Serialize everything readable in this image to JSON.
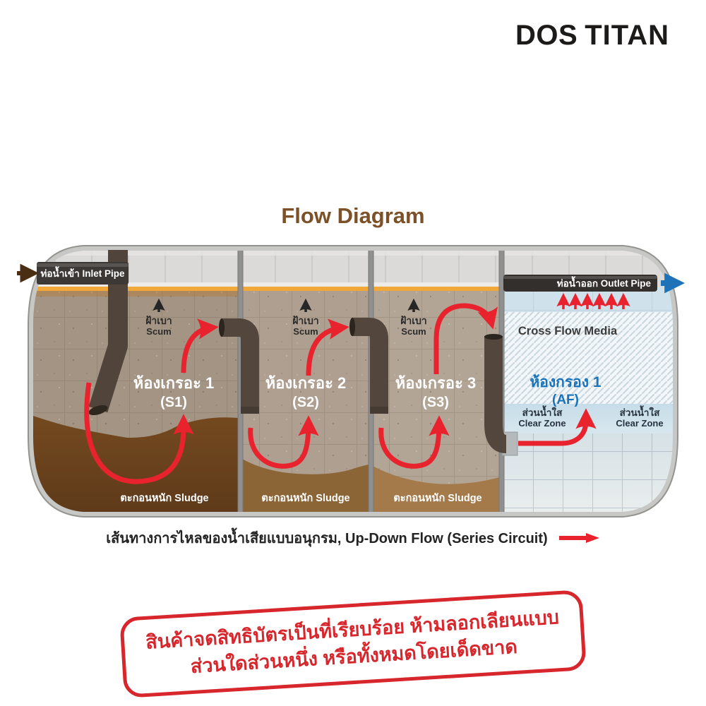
{
  "header": {
    "brand_dos": "DOS",
    "brand_titan": "TITAN"
  },
  "title": "Flow Diagram",
  "tank": {
    "inlet_label": "ท่อน้ำเข้า Inlet Pipe",
    "outlet_label": "ท่อน้ำออก Outlet Pipe",
    "chambers": [
      {
        "name_th": "ห้องเกรอะ 1",
        "code": "(S1)",
        "scum_th": "ฝ้าเบา",
        "scum_en": "Scum",
        "sludge_label": "ตะกอนหนัก Sludge"
      },
      {
        "name_th": "ห้องเกรอะ 2",
        "code": "(S2)",
        "scum_th": "ฝ้าเบา",
        "scum_en": "Scum",
        "sludge_label": "ตะกอนหนัก Sludge"
      },
      {
        "name_th": "ห้องเกรอะ 3",
        "code": "(S3)",
        "scum_th": "ฝ้าเบา",
        "scum_en": "Scum",
        "sludge_label": "ตะกอนหนัก Sludge"
      }
    ],
    "filter": {
      "media_label": "Cross Flow Media",
      "name_th": "ห้องกรอง 1",
      "code": "(AF)",
      "clear_zone_th": "ส่วนน้ำใส",
      "clear_zone_en": "Clear Zone"
    }
  },
  "legend": {
    "caption": "เส้นทางการไหลของน้ำเสียแบบอนุกรม, Up-Down Flow (Series Circuit)"
  },
  "stamp": {
    "line1": "สินค้าจดสิทธิบัตรเป็นที่เรียบร้อย ห้ามลอกเลียนแบบ",
    "line2": "ส่วนใดส่วนหนึ่ง หรือทั้งหมดโดยเด็ดขาด"
  },
  "colors": {
    "flow_arrow_red": "#e8232e",
    "waterline_orange": "#f2a838",
    "outlet_arrow_blue": "#1e73b8",
    "inlet_arrow_brown": "#4a2e14",
    "filter_label_blue": "#1873bc",
    "title_brown": "#7c5127",
    "stamp_red": "#d7262c",
    "sludge_dark_brown": "#6b421f",
    "water_taupe": "#ab9c8c"
  }
}
